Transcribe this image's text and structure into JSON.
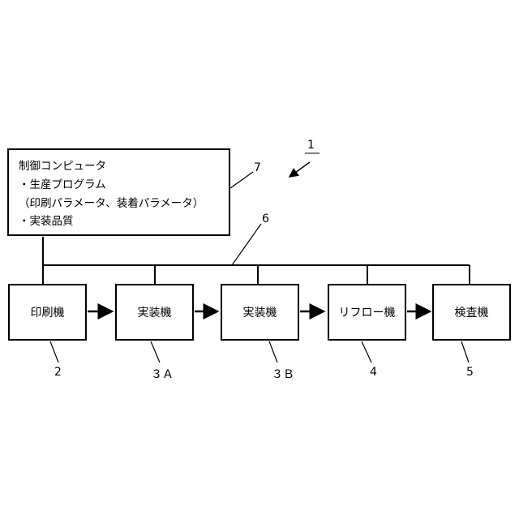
{
  "controller": {
    "lines": [
      "制御コンピュータ",
      "・生産プログラム",
      "（印刷パラメータ、装着パラメータ）",
      "・実装品質"
    ],
    "ref": "7"
  },
  "system_ref": "1",
  "network_ref": "6",
  "machines": [
    {
      "label": "印刷機",
      "ref": "2"
    },
    {
      "label": "実装機",
      "ref": "３Ａ"
    },
    {
      "label": "実装機",
      "ref": "３Ｂ"
    },
    {
      "label": "リフロー機",
      "ref": "4"
    },
    {
      "label": "検査機",
      "ref": "5"
    }
  ]
}
